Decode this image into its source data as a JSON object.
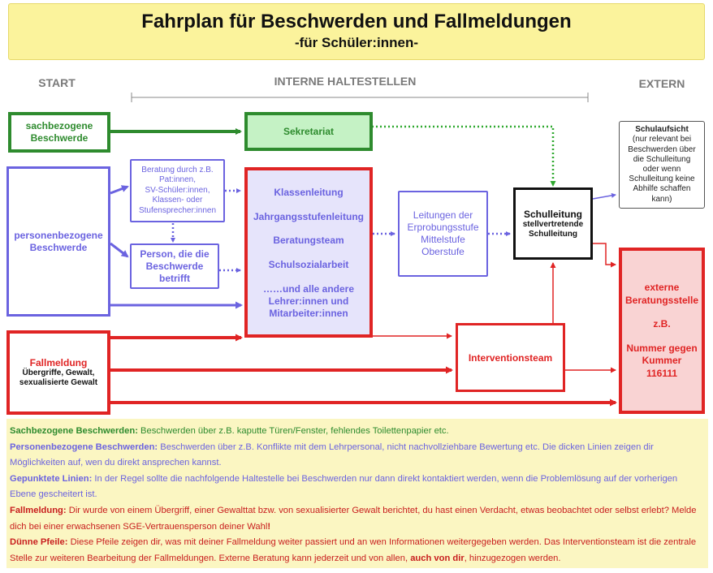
{
  "header": {
    "title": "Fahrplan für Beschwerden und Fallmeldungen",
    "subtitle": "-für Schüler:innen-"
  },
  "columns": {
    "start": "START",
    "intern": "INTERNE HALTESTELLEN",
    "extern": "EXTERN"
  },
  "nodes": {
    "sachbezogen": "sachbezogene\nBeschwerde",
    "sekretariat": "Sekretariat",
    "personenbezogen": "personenbezogene\nBeschwerde",
    "beratung_durch": "Beratung durch z.B.\nPat:innen,\nSV-Schüler:innen,\nKlassen- oder\nStufensprecher:innen",
    "person_betrifft": "Person, die die\nBeschwerde\nbetrifft",
    "lehrer_box": [
      "Klassenleitung",
      "Jahrgangsstufenleitung",
      "Beratungsteam",
      "Schulsozialarbeit",
      "……und alle andere\nLehrer:innen und\nMitarbeiter:innen"
    ],
    "leitungen": "Leitungen der\nErprobungsstufe\nMittelstufe\nOberstufe",
    "schulleitung_title": "Schulleitung",
    "schulleitung_sub": "stellvertretende\nSchulleitung",
    "schulaufsicht_title": "Schulaufsicht",
    "schulaufsicht_sub": "(nur relevant bei\nBeschwerden über\ndie Schulleitung\noder wenn\nSchulleitung keine\nAbhilfe schaffen\nkann)",
    "fallmeldung_title": "Fallmeldung",
    "fallmeldung_sub": "Übergriffe, Gewalt,\nsexualisierte Gewalt",
    "interventionsteam": "Interventionsteam",
    "extern_title": "externe\nBeratungsstelle",
    "extern_zb": "z.B.",
    "extern_nummer": "Nummer gegen\nKummer\n116111"
  },
  "legend": {
    "sach_label": "Sachbezogene Beschwerden:",
    "sach_text": " Beschwerden über z.B. kaputte Türen/Fenster, fehlendes Toilettenpapier etc.",
    "person_label": "Personenbezogene Beschwerden:",
    "person_text": " Beschwerden über z.B. Konflikte mit dem Lehrpersonal, nicht nachvollziehbare Bewertung etc. Die dicken Linien zeigen dir Möglichkeiten auf, wen du direkt ansprechen kannst.",
    "gepunktet_label": "Gepunktete Linien:",
    "gepunktet_text": " In der Regel sollte die nachfolgende Haltestelle bei Beschwerden nur dann direkt kontaktiert werden, wenn die Problemlösung auf der vorherigen Ebene gescheitert ist.",
    "fall_label": "Fallmeldung:",
    "fall_text1": " Dir wurde von einem Übergriff, einer Gewalttat bzw. von sexualisierter Gewalt berichtet, du hast einen Verdacht, etwas beobachtet oder selbst erlebt? Melde dich bei einer erwachsenen SGE-Vertrauensperson deiner Wahl",
    "fall_excl": "!",
    "duenn_label": "Dünne Pfeile:",
    "duenn_text1": " Diese Pfeile zeigen dir, was mit deiner Fallmeldung weiter passiert und an wen Informationen weitergegeben werden. Das Interventionsteam ist die zentrale Stelle zur weiteren Bearbeitung der Fallmeldungen. Externe Beratung kann jederzeit und von allen, ",
    "duenn_bold": "auch von dir",
    "duenn_text2": ", hinzugezogen werden."
  },
  "colors": {
    "green": "#2e8b2e",
    "purple": "#6b63e0",
    "red": "#e02424",
    "title_bg": "#fbf39c",
    "legend_bg": "#fbf6c2"
  }
}
